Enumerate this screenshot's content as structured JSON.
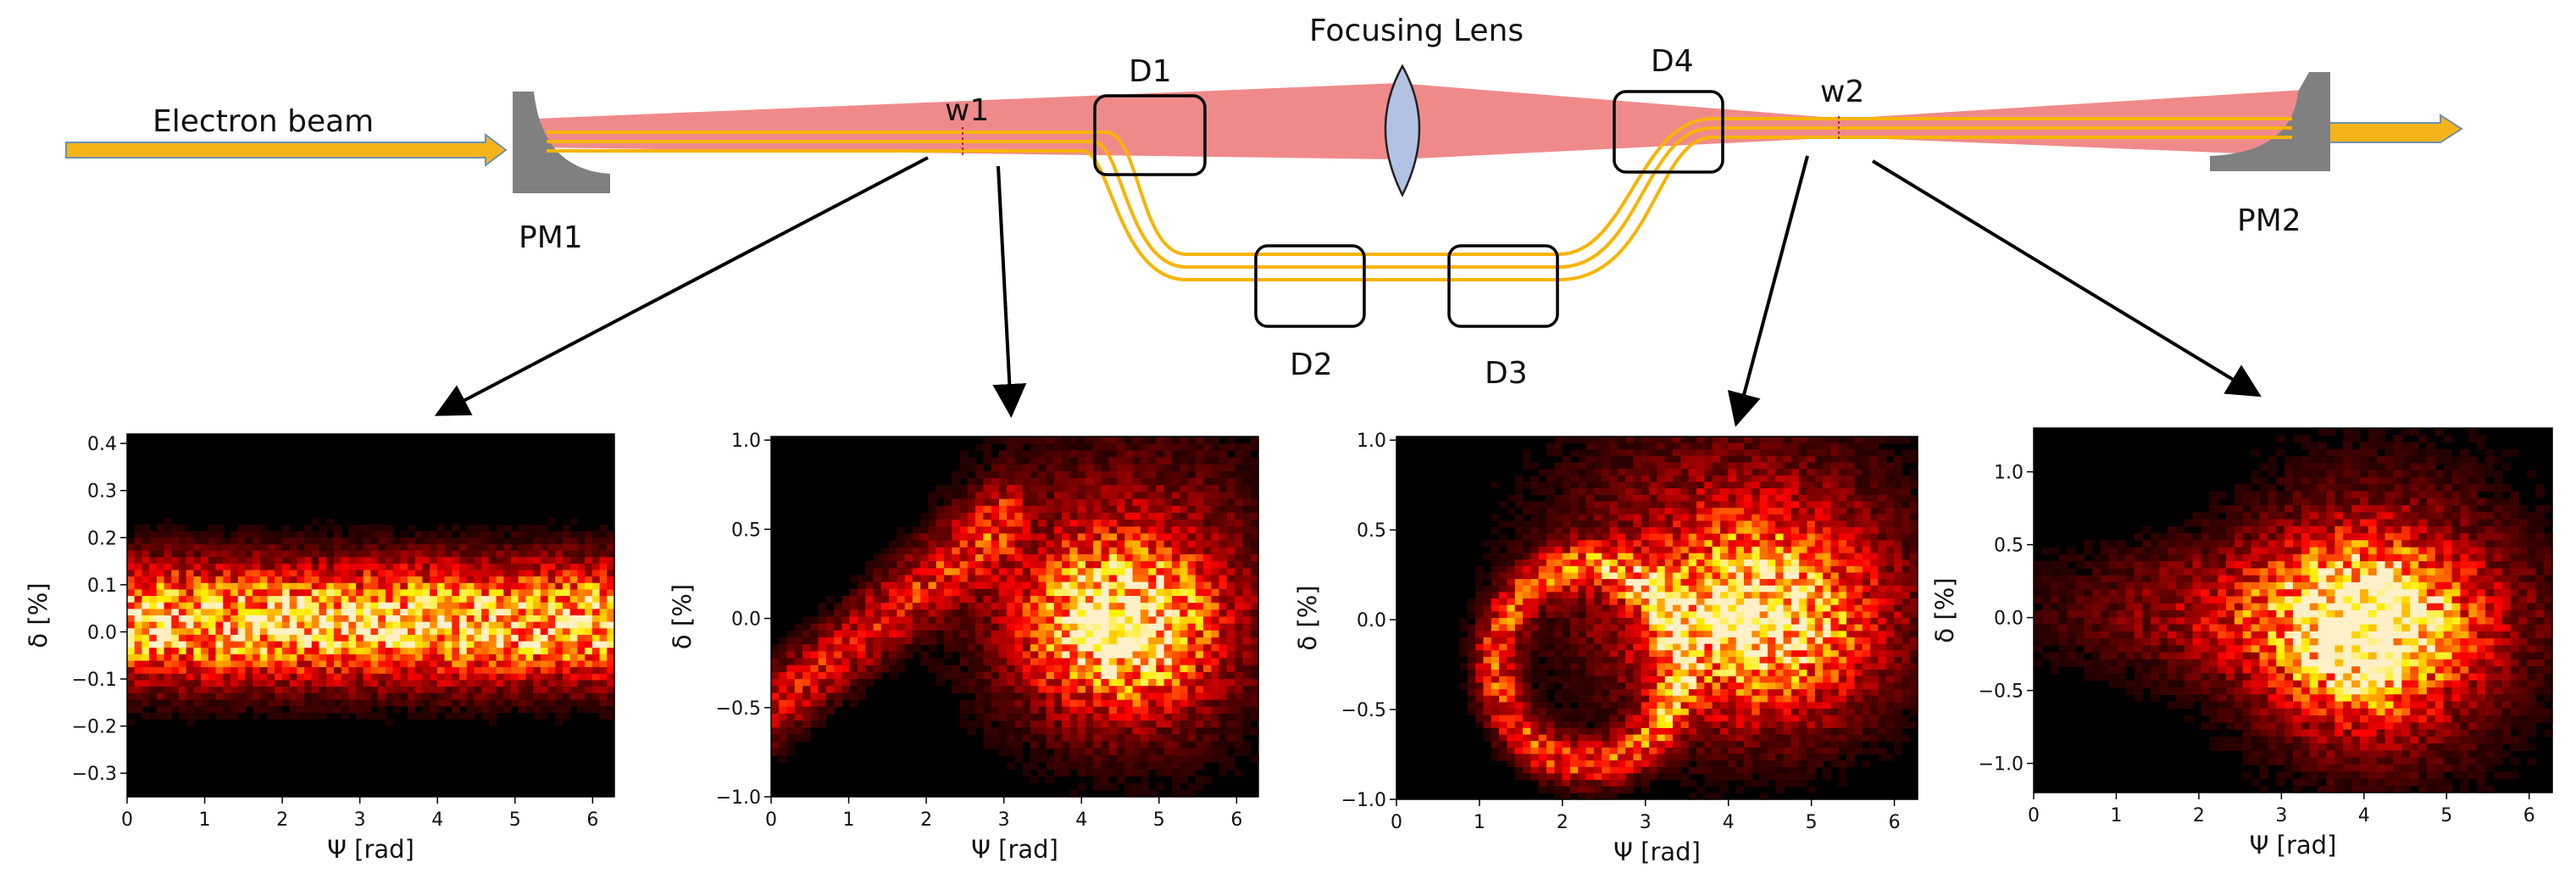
{
  "diagram": {
    "labels": {
      "beam": "Electron beam",
      "focusing_lens": "Focusing Lens",
      "pm1": "PM1",
      "pm2": "PM2",
      "w1": "w1",
      "w2": "w2",
      "d1": "D1",
      "d2": "D2",
      "d3": "D3",
      "d4": "D4"
    },
    "colors": {
      "laser": "#f08a8a",
      "beam": "#f7b400",
      "arrow_fill": "#f5b51a",
      "arrow_stroke": "#6f8fb0",
      "mirror": "#808080",
      "lens": "#b3c2e3",
      "dipole_box": "#000000"
    }
  },
  "chart_data": [
    {
      "type": "heatmap",
      "xlabel": "Ψ [rad]",
      "ylabel": "δ [%]",
      "xlim": [
        0,
        6.28
      ],
      "ylim": [
        -0.35,
        0.42
      ],
      "xticks": [
        0,
        1,
        2,
        3,
        4,
        5,
        6
      ],
      "yticks": [
        -0.3,
        -0.2,
        -0.1,
        0.0,
        0.1,
        0.2,
        0.3,
        0.4
      ],
      "xtick_labels": [
        "0",
        "1",
        "2",
        "3",
        "4",
        "5",
        "6"
      ],
      "ytick_labels": [
        "−0.3",
        "−0.2",
        "−0.1",
        "0.0",
        "0.1",
        "0.2",
        "0.3",
        "0.4"
      ],
      "grid": false,
      "colormap": "hot",
      "structures": [
        {
          "kind": "band",
          "center": 0.02,
          "sigma": 0.085,
          "amplitude": 0.95
        }
      ]
    },
    {
      "type": "heatmap",
      "xlabel": "Ψ [rad]",
      "ylabel": "δ [%]",
      "xlim": [
        0,
        6.28
      ],
      "ylim": [
        -1.0,
        1.02
      ],
      "xticks": [
        0,
        1,
        2,
        3,
        4,
        5,
        6
      ],
      "yticks": [
        -1.0,
        -0.5,
        0.0,
        0.5,
        1.0
      ],
      "xtick_labels": [
        "0",
        "1",
        "2",
        "3",
        "4",
        "5",
        "6"
      ],
      "ytick_labels": [
        "−1.0",
        "−0.5",
        "0.0",
        "0.5",
        "1.0"
      ],
      "grid": false,
      "colormap": "hot",
      "structures": [
        {
          "kind": "blob",
          "x": 4.5,
          "y": -0.05,
          "sx": 0.8,
          "sy": 0.3,
          "amplitude": 1.0
        },
        {
          "kind": "blob",
          "x": 4.6,
          "y": 0.2,
          "sx": 1.4,
          "sy": 0.6,
          "amplitude": 0.3
        },
        {
          "kind": "line",
          "x0": 0.0,
          "y0": -0.5,
          "x1": 3.0,
          "y1": 0.55,
          "width": 0.15,
          "amplitude": 0.45
        }
      ]
    },
    {
      "type": "heatmap",
      "xlabel": "Ψ [rad]",
      "ylabel": "δ [%]",
      "xlim": [
        0,
        6.28
      ],
      "ylim": [
        -1.0,
        1.02
      ],
      "xticks": [
        0,
        1,
        2,
        3,
        4,
        5,
        6
      ],
      "yticks": [
        -1.0,
        -0.5,
        0.0,
        0.5,
        1.0
      ],
      "xtick_labels": [
        "0",
        "1",
        "2",
        "3",
        "4",
        "5",
        "6"
      ],
      "ytick_labels": [
        "−1.0",
        "−0.5",
        "0.0",
        "0.5",
        "1.0"
      ],
      "grid": false,
      "colormap": "hot",
      "structures": [
        {
          "kind": "blob",
          "x": 4.4,
          "y": 0.0,
          "sx": 0.9,
          "sy": 0.35,
          "amplitude": 0.9
        },
        {
          "kind": "ring",
          "x": 2.3,
          "y": -0.25,
          "rx": 1.1,
          "ry": 0.55,
          "width": 0.16,
          "amplitude": 0.55
        },
        {
          "kind": "blob",
          "x": 4.0,
          "y": 0.3,
          "sx": 1.5,
          "sy": 0.6,
          "amplitude": 0.3
        }
      ]
    },
    {
      "type": "heatmap",
      "xlabel": "Ψ [rad]",
      "ylabel": "δ [%]",
      "xlim": [
        0,
        6.28
      ],
      "ylim": [
        -1.2,
        1.3
      ],
      "xticks": [
        0,
        1,
        2,
        3,
        4,
        5,
        6
      ],
      "yticks": [
        -1.0,
        -0.5,
        0.0,
        0.5,
        1.0
      ],
      "xtick_labels": [
        "0",
        "1",
        "2",
        "3",
        "4",
        "5",
        "6"
      ],
      "ytick_labels": [
        "−1.0",
        "−0.5",
        "0.0",
        "0.5",
        "1.0"
      ],
      "grid": false,
      "colormap": "hot",
      "structures": [
        {
          "kind": "blob",
          "x": 4.0,
          "y": -0.1,
          "sx": 0.75,
          "sy": 0.4,
          "amplitude": 1.0
        },
        {
          "kind": "blob",
          "x": 3.0,
          "y": 0.05,
          "sx": 1.8,
          "sy": 0.3,
          "amplitude": 0.35
        },
        {
          "kind": "blob",
          "x": 4.3,
          "y": 0.0,
          "sx": 1.3,
          "sy": 0.75,
          "amplitude": 0.25
        }
      ]
    }
  ]
}
